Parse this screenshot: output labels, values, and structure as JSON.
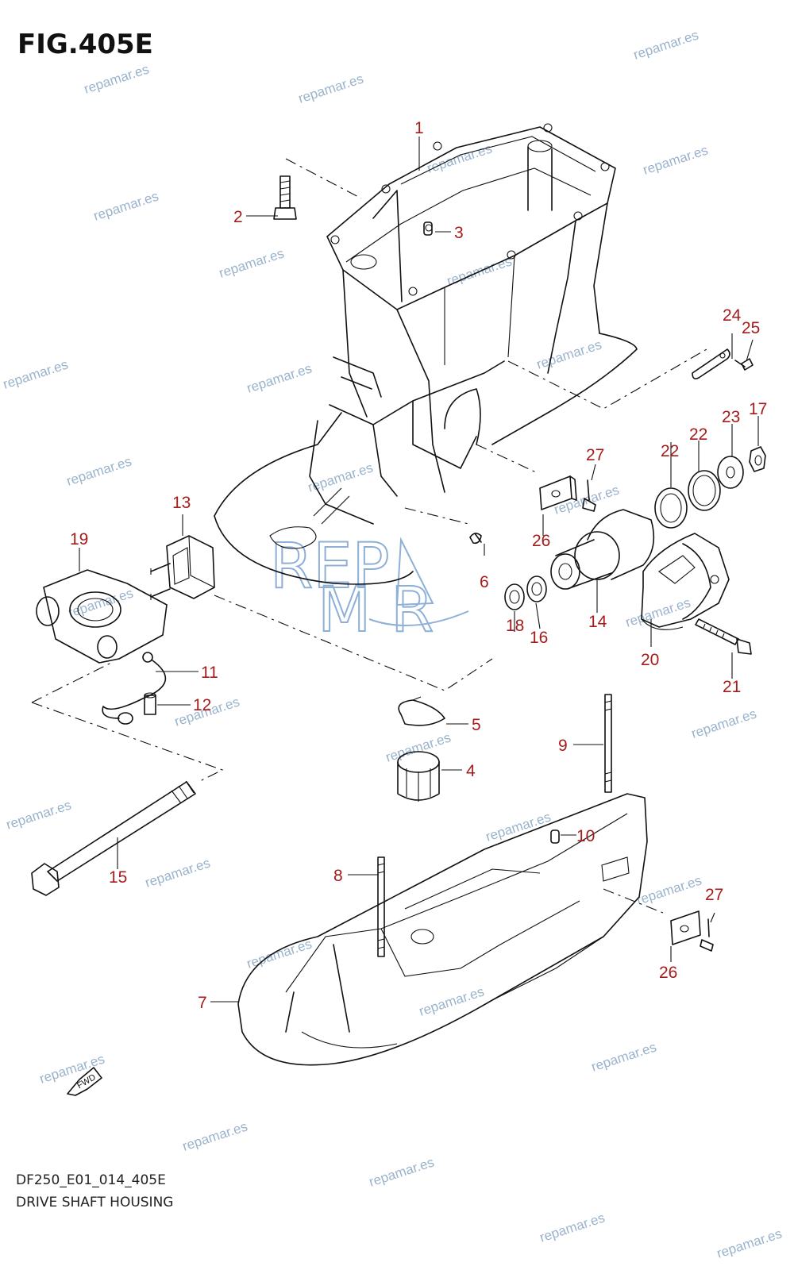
{
  "figure": {
    "title": "FIG.405E",
    "code": "DF250_E01_014_405E",
    "caption": "DRIVE SHAFT HOUSING"
  },
  "callouts": [
    "1",
    "2",
    "3",
    "4",
    "5",
    "6",
    "7",
    "8",
    "9",
    "10",
    "11",
    "12",
    "13",
    "14",
    "15",
    "16",
    "17",
    "18",
    "19",
    "20",
    "21",
    "22",
    "22",
    "23",
    "24",
    "25",
    "26",
    "26",
    "27",
    "27"
  ],
  "watermark": {
    "text": "repamar.es"
  },
  "logo": {
    "line1": "REP",
    "line2": "M R"
  },
  "fwd": {
    "text": "FWD"
  },
  "colors": {
    "callout": "#a51c1c",
    "watermark": "#9ab3cc",
    "logo": "#8eb0d6",
    "line": "#111111"
  }
}
